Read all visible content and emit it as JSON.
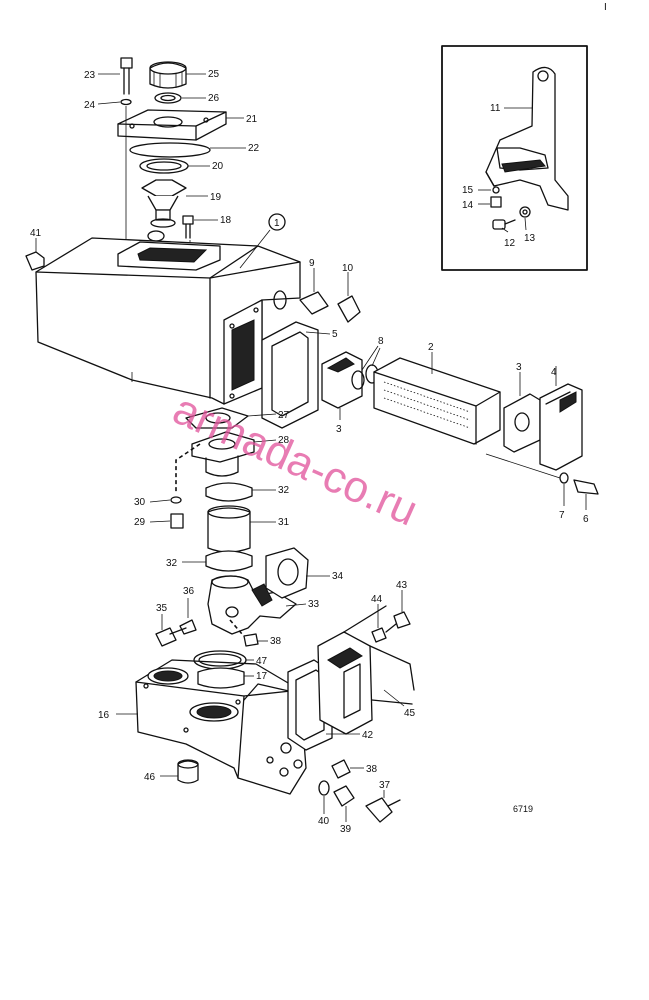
{
  "drawing_id": "6719",
  "watermark": "armada-co.ru",
  "corner_mark": "I",
  "callouts": {
    "c1": "1",
    "c2": "2",
    "c3a": "3",
    "c3b": "3",
    "c4": "4",
    "c5": "5",
    "c6": "6",
    "c7": "7",
    "c8": "8",
    "c9": "9",
    "c10": "10",
    "c11": "11",
    "c12": "12",
    "c13": "13",
    "c14": "14",
    "c15": "15",
    "c16": "16",
    "c17": "17",
    "c18": "18",
    "c19": "19",
    "c20": "20",
    "c21": "21",
    "c22": "22",
    "c23": "23",
    "c24": "24",
    "c25": "25",
    "c26": "26",
    "c27": "27",
    "c28": "28",
    "c29": "29",
    "c30": "30",
    "c31": "31",
    "c32a": "32",
    "c32b": "32",
    "c33": "33",
    "c34": "34",
    "c35": "35",
    "c36": "36",
    "c37": "37",
    "c38a": "38",
    "c38b": "38",
    "c39": "39",
    "c40": "40",
    "c41": "41",
    "c42": "42",
    "c43": "43",
    "c44": "44",
    "c45": "45",
    "c46": "46",
    "c47": "47"
  }
}
